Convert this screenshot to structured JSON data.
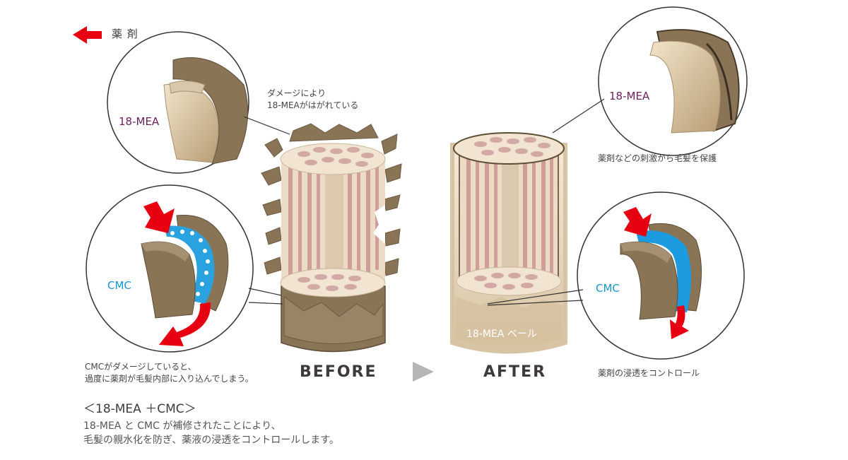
{
  "legend": {
    "label": "薬 剤",
    "arrow_color": "#e60012"
  },
  "before": {
    "title": "BEFORE",
    "damage_note": [
      "ダメージにより",
      "18-MEAがはがれている"
    ],
    "mea_label": "18-MEA",
    "cmc_label": "CMC",
    "cmc_note": [
      "CMCがダメージしていると、",
      "過度に薬剤が毛髪内部に入り込んでしまう。"
    ]
  },
  "after": {
    "title": "AFTER",
    "mea_label": "18-MEA",
    "mea_note": "薬剤などの刺激から毛髪を保護",
    "cmc_label": "CMC",
    "cmc_note": "薬剤の浸透をコントロール",
    "veil_label": "18-MEA ベール"
  },
  "summary": {
    "title": "＜18-MEA ＋CMC＞",
    "lines": [
      "18-MEA と CMC が補修されたことにより、",
      "毛髪の親水化を防ぎ、薬液の浸透をコントロールします。"
    ]
  },
  "colors": {
    "mea": "#6b1f5c",
    "cmc": "#1596d1",
    "arrow": "#e60012",
    "cuticle": "#8a7456",
    "cortex": "#e8d6c0",
    "fiber": "#c99a96"
  },
  "icons": [
    "red-arrow-icon",
    "gray-triangle-icon"
  ]
}
